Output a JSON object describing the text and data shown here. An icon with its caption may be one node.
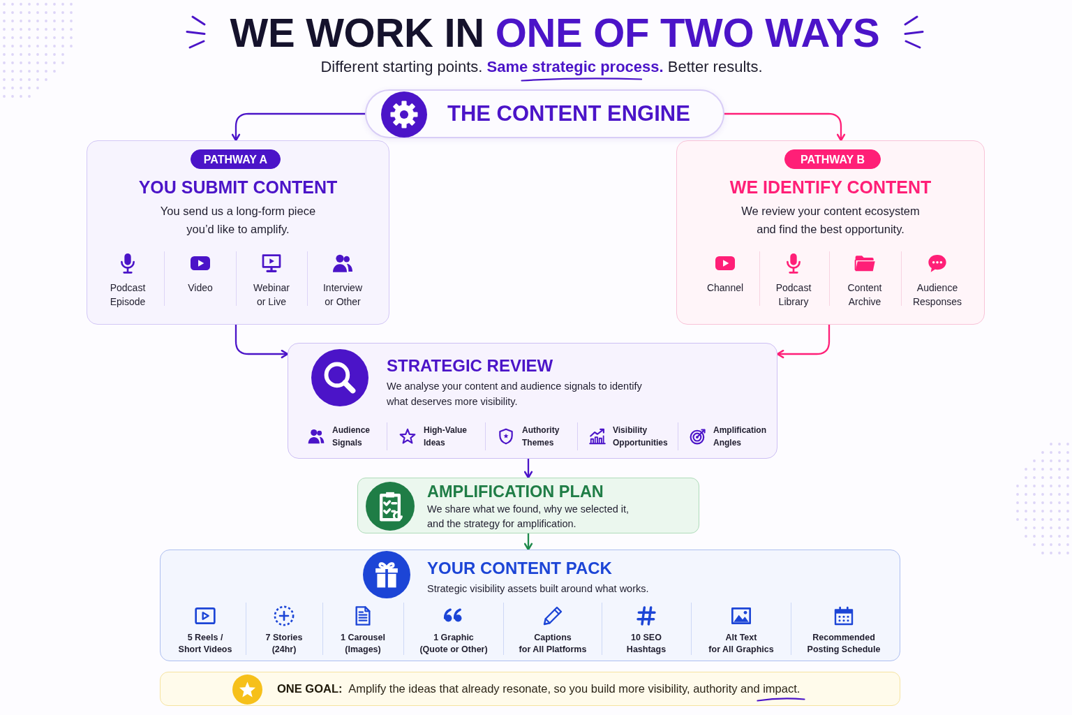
{
  "diagram": {
    "title": "WE WORK IN ONE OF TWO WAYS",
    "nodes": [
      {
        "text": [
          "THE CONTENT ENGINE"
        ]
      },
      {
        "text": [
          "YOU SUBMIT CONTENT",
          "You send us a long-form piece you’d like to amplify.",
          "Podcast Episode",
          "Video",
          "Webinar or Live",
          "Interview or Other"
        ]
      },
      {
        "text": [
          "PATHWAY A"
        ],
        "in": 1
      },
      {
        "text": [
          "WE IDENTIFY CONTENT",
          "We review your content ecosystem and find the best opportunity.",
          "Channel",
          "Podcast Library",
          "Content Archive",
          "Audience Responses"
        ]
      },
      {
        "text": [
          "PATHWAY B"
        ],
        "in": 3
      },
      {
        "text": [
          "STRATEGIC REVIEW",
          "We analyse your content and audience signals to identify what deserves more visibility.",
          "Audience Signals",
          "High-Value Ideas",
          "Authority Themes",
          "Visibility Opportunities",
          "Amplification Angles"
        ]
      },
      {
        "text": [
          "AMPLIFICATION PLAN",
          "We share what we found, why we selected it, and the strategy for amplification."
        ]
      },
      {
        "text": [
          "YOUR CONTENT PACK",
          "Strategic visibility assets built around what works.",
          "5 Reels / Short Videos",
          "7 Stories (24hr)",
          "1 Carousel (Images)",
          "1 Graphic (Quote or Other)",
          "Captions for All Platforms",
          "10 SEO Hashtags",
          "Alt Text for All Graphics",
          "Recommended Posting Schedule"
        ]
      },
      {
        "text": [
          "**ONE GOAL:** Amplify the ideas that already resonate, so you build more visibility, authority and impact."
        ]
      }
    ],
    "edges": [
      {
        "from": 0,
        "to": 1,
        "arrow": "to"
      },
      {
        "from": 0,
        "to": 3,
        "arrow": "to",
        "color": "#ff1f77"
      },
      {
        "from": 1,
        "to": 5,
        "arrow": "to"
      },
      {
        "from": 3,
        "to": 5,
        "arrow": "to",
        "color": "#ff1f77"
      },
      {
        "from": 5,
        "to": 6,
        "arrow": "to"
      },
      {
        "from": 6,
        "to": 7,
        "arrow": "to",
        "color": "#1f8a4c"
      }
    ],
    "labels": [
      "Different starting points. **Same strategic process.** Better results."
    ]
  }
}
